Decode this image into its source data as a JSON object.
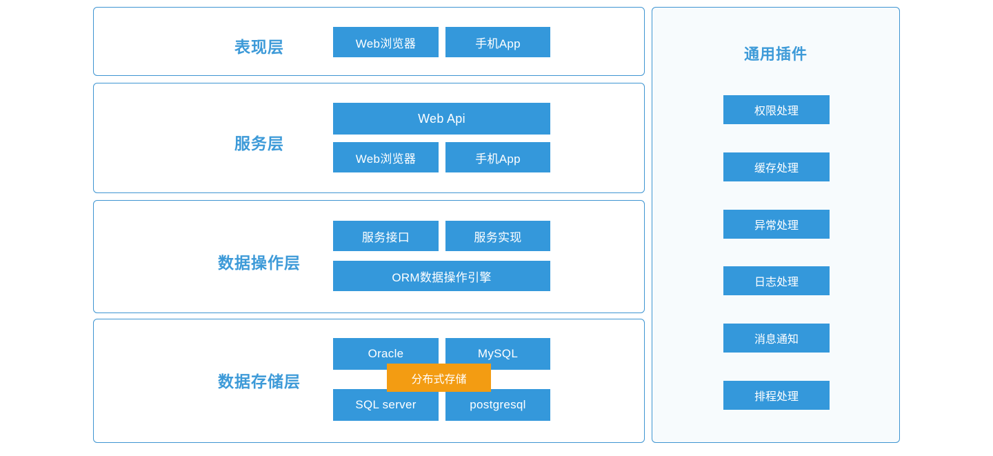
{
  "colors": {
    "box_blue": "#3498db",
    "accent_orange": "#f39c12",
    "panel_border": "#3d94d1",
    "label_blue": "#3d9ad8",
    "panel_bg_white": "#ffffff",
    "panel_bg_tint": "#f7fbfd"
  },
  "layers": [
    {
      "label": "表现层",
      "boxes": [
        {
          "text": "Web浏览器"
        },
        {
          "text": "手机App"
        }
      ]
    },
    {
      "label": "服务层",
      "boxes": [
        {
          "text": "Web  Api"
        },
        {
          "text": "Web浏览器"
        },
        {
          "text": "手机App"
        }
      ]
    },
    {
      "label": "数据操作层",
      "boxes": [
        {
          "text": "服务接口"
        },
        {
          "text": "服务实现"
        },
        {
          "text": "ORM数据操作引擎"
        }
      ]
    },
    {
      "label": "数据存储层",
      "boxes": [
        {
          "text": "Oracle"
        },
        {
          "text": "MySQL"
        },
        {
          "text": "SQL server"
        },
        {
          "text": "postgresql"
        }
      ],
      "overlay": {
        "text": "分布式存储"
      }
    }
  ],
  "plugin_panel": {
    "title": "通用插件",
    "items": [
      {
        "text": "权限处理"
      },
      {
        "text": "缓存处理"
      },
      {
        "text": "异常处理"
      },
      {
        "text": "日志处理"
      },
      {
        "text": "消息通知"
      },
      {
        "text": "排程处理"
      }
    ]
  }
}
